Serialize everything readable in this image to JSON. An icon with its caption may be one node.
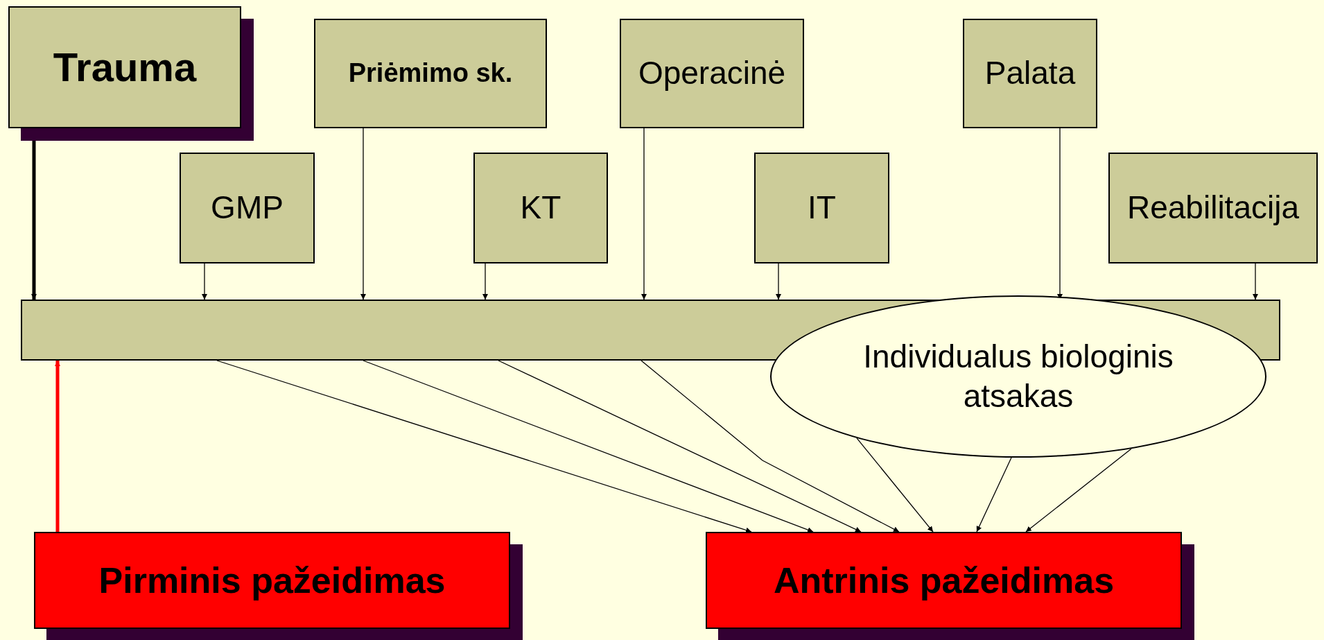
{
  "diagram": {
    "nodes": [
      {
        "text": [
          "Trauma"
        ]
      },
      {
        "text": [
          "Priėmimo sk."
        ]
      },
      {
        "text": [
          "Operacinė"
        ]
      },
      {
        "text": [
          "Palata"
        ]
      },
      {
        "text": [
          "GMP"
        ]
      },
      {
        "text": [
          "KT"
        ]
      },
      {
        "text": [
          "IT"
        ]
      },
      {
        "text": [
          "Reabilitacija"
        ]
      },
      {
        "text": [],
        "shape": "bar"
      },
      {
        "text": [
          "Individualus biologinis atsakas"
        ]
      },
      {
        "text": [
          "Pirminis pažeidimas"
        ]
      },
      {
        "text": [
          "Antrinis pažeidimas"
        ]
      }
    ],
    "edges": [
      {
        "from": 0,
        "to": 8,
        "arrow": "to",
        "style": "thick"
      },
      {
        "from": 4,
        "to": 8,
        "arrow": "to"
      },
      {
        "from": 1,
        "to": 8,
        "arrow": "to"
      },
      {
        "from": 5,
        "to": 8,
        "arrow": "to"
      },
      {
        "from": 2,
        "to": 8,
        "arrow": "to"
      },
      {
        "from": 6,
        "to": 8,
        "arrow": "to"
      },
      {
        "from": 3,
        "to": 8,
        "arrow": "to"
      },
      {
        "from": 7,
        "to": 8,
        "arrow": "to"
      },
      {
        "from": 10,
        "to": 8,
        "arrow": "to",
        "style": "thick",
        "color": "#ff0000"
      },
      {
        "from": 8,
        "to": 11,
        "arrow": "to"
      },
      {
        "from": 8,
        "to": 11,
        "arrow": "to"
      },
      {
        "from": 8,
        "to": 11,
        "arrow": "to"
      },
      {
        "from": 8,
        "to": 11,
        "arrow": "to"
      },
      {
        "from": 9,
        "to": 11,
        "arrow": "to"
      },
      {
        "from": 9,
        "to": 11,
        "arrow": "to"
      },
      {
        "from": 9,
        "to": 11,
        "arrow": "to"
      }
    ]
  }
}
